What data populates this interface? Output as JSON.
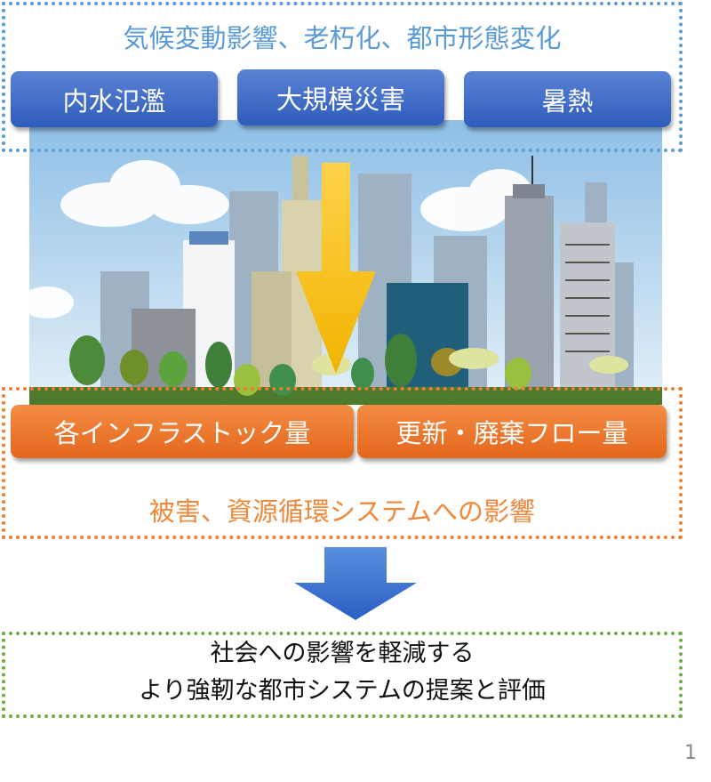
{
  "top_section": {
    "title": "気候変動影響、老朽化、都市形態変化",
    "buttons": [
      "内水氾濫",
      "大規模災害",
      "暑熱"
    ]
  },
  "middle_section": {
    "buttons": [
      "各インフラストック量",
      "更新・廃棄フロー量"
    ],
    "caption": "被害、資源循環システムへの影響"
  },
  "result_section": {
    "line1": "社会への影響を軽減する",
    "line2": "より強靭な都市システムの提案と評価"
  },
  "page_number": "1",
  "colors": {
    "blue": "#5b9bd5",
    "orange": "#ed7d31",
    "green": "#70ad47",
    "arrow_yellow": "#ffc000",
    "arrow_blue": "#3a6fd0"
  }
}
